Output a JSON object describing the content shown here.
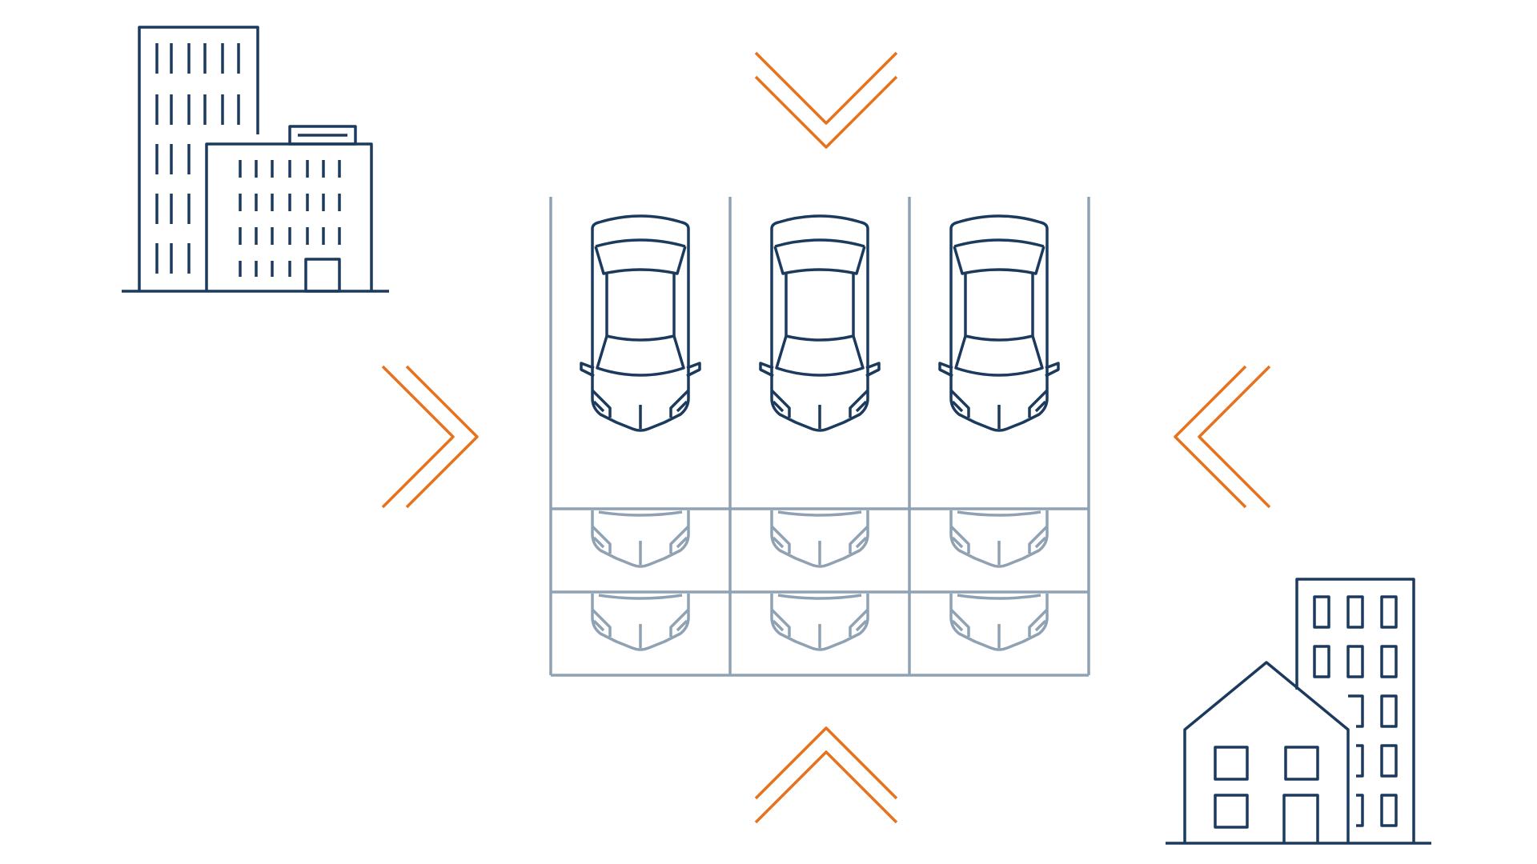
{
  "scene": {
    "description_present": false
  },
  "colors": {
    "primary": "#1c3a5e",
    "muted": "#8fa2b3",
    "accent": "#e8711c",
    "background": "#ffffff"
  },
  "icons": {
    "office_buildings": "office-buildings-icon",
    "residential_buildings": "residential-buildings-icon",
    "car": "car-icon",
    "chevron": "double-chevron-icon"
  },
  "parking": {
    "columns": 3,
    "levels": 3,
    "visible_car_levels": 1
  }
}
